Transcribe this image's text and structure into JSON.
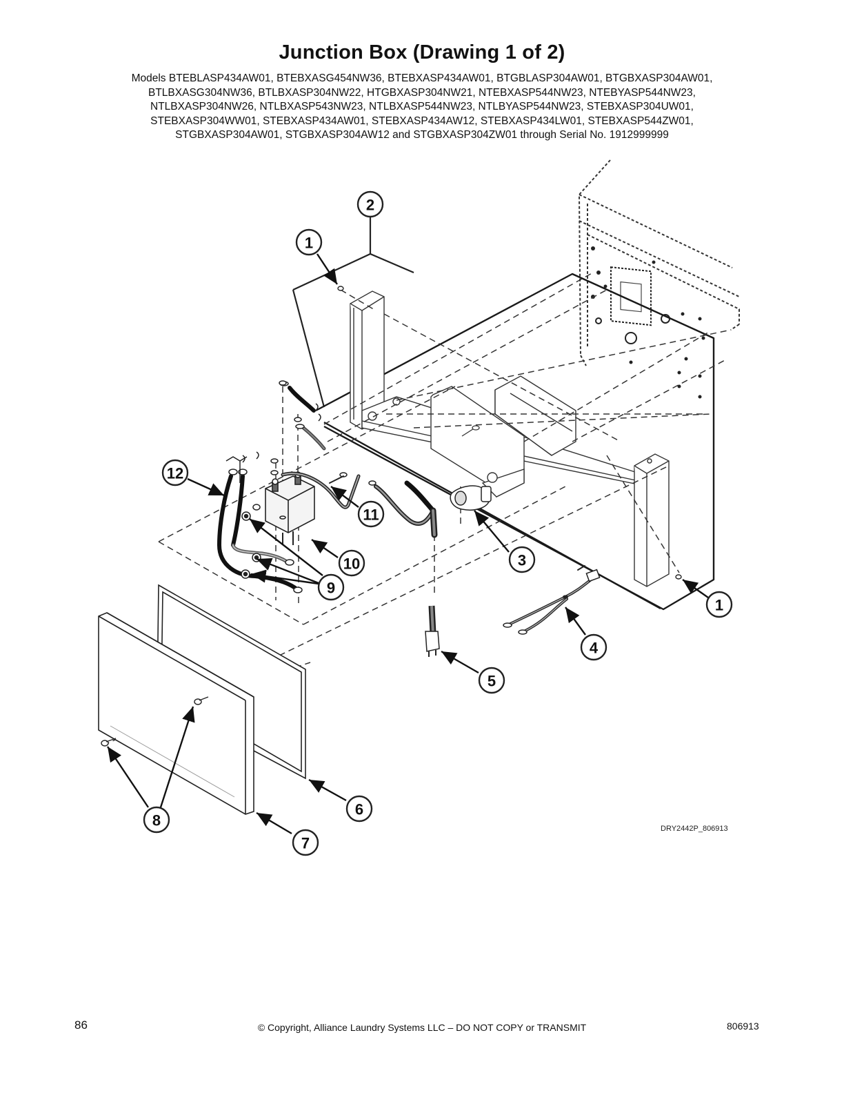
{
  "page": {
    "title": "Junction Box (Drawing 1 of 2)",
    "models_lines": [
      "Models BTEBLASP434AW01, BTEBXASG454NW36, BTEBXASP434AW01, BTGBLASP304AW01, BTGBXASP304AW01,",
      "BTLBXASG304NW36, BTLBXASP304NW22, HTGBXASP304NW21, NTEBXASP544NW23, NTEBYASP544NW23,",
      "NTLBXASP304NW26, NTLBXASP543NW23, NTLBXASP544NW23, NTLBYASP544NW23, STEBXASP304UW01,",
      "STEBXASP304WW01, STEBXASP434AW01, STEBXASP434AW12, STEBXASP434LW01, STEBXASP544ZW01,",
      "STGBXASP304AW01, STGBXASP304AW12 and STGBXASP304ZW01 through Serial No. 1912999999"
    ]
  },
  "diagram": {
    "reference_code": "DRY2442P_806913",
    "callouts": {
      "c1a": "1",
      "c1b": "1",
      "c2": "2",
      "c3": "3",
      "c4": "4",
      "c5": "5",
      "c6": "6",
      "c7": "7",
      "c8": "8",
      "c9": "9",
      "c10": "10",
      "c11": "11",
      "c12": "12"
    }
  },
  "footer": {
    "page_number": "86",
    "copyright": "© Copyright, Alliance Laundry Systems LLC – DO NOT COPY or TRANSMIT",
    "doc_number": "806913"
  }
}
